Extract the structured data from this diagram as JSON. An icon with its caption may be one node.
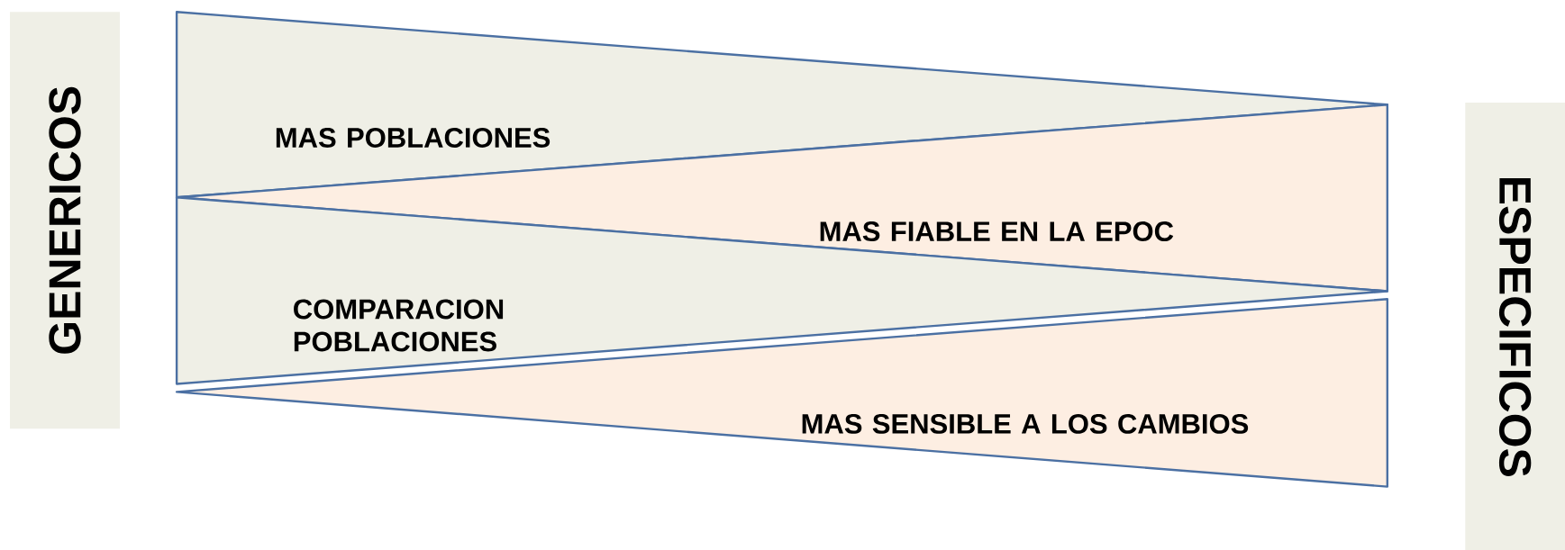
{
  "diagram": {
    "nodes": [
      {
        "text": [
          "GENERICOS"
        ]
      },
      {
        "text": [
          "MAS POBLACIONES"
        ]
      },
      {
        "text": [
          "MAS FIABLE EN LA EPOC"
        ]
      },
      {
        "text": [
          "COMPARACION POBLACIONES"
        ]
      },
      {
        "text": [
          "MAS SENSIBLE A LOS CAMBIOS"
        ]
      },
      {
        "text": [
          "ESPECIFICOS"
        ]
      }
    ]
  }
}
